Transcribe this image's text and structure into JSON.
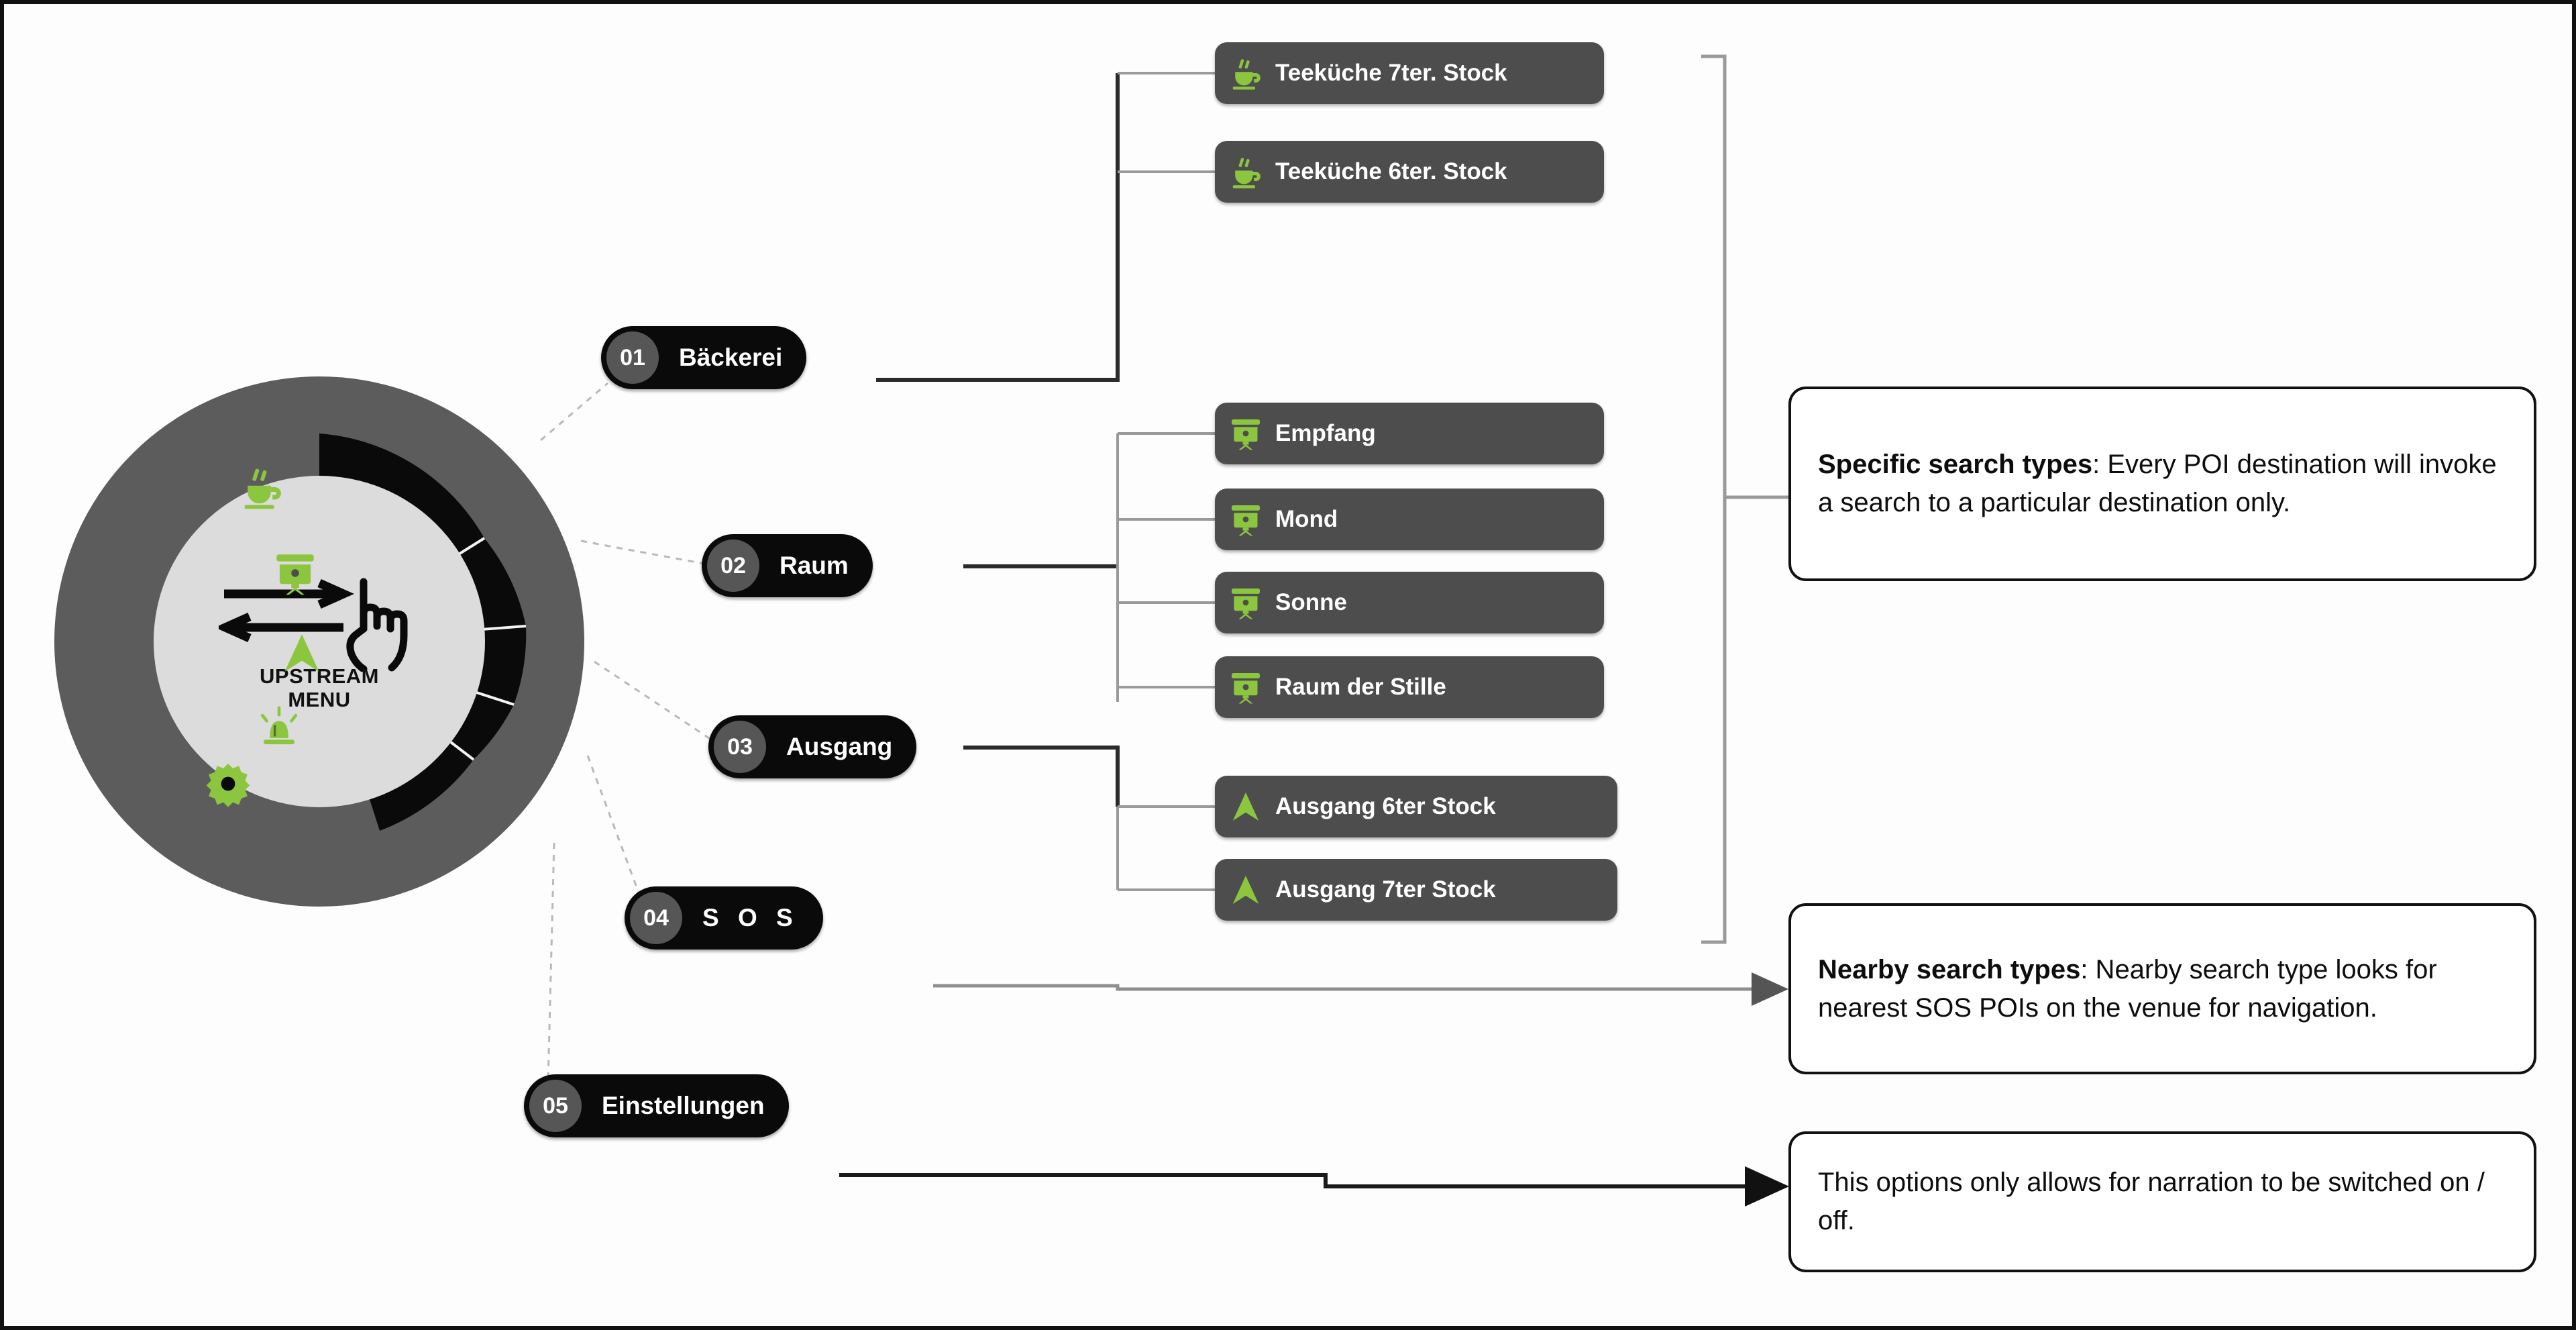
{
  "diagram": {
    "title": "Upstream Menu navigation structure",
    "colors": {
      "accent_green": "#8CC63F",
      "pill_dark": "#0a0a0a",
      "poi_pill_gray": "#4d4d4d",
      "badge_gray": "#565656",
      "ring_outer_gray": "#5c5c5c",
      "ring_inner_light": "#dcdcdc",
      "ring_segment_black": "#0a0a0a",
      "border_black": "#111111",
      "text_white": "#ffffff"
    }
  },
  "wheel": {
    "center_label_line1": "UPSTREAM",
    "center_label_line2": "MENU",
    "gesture_icon": "swipe-arrows-hand-icon",
    "segments": [
      {
        "icon": "coffee-cup-icon",
        "name": "segment-baeckerei"
      },
      {
        "icon": "presentation-screen-icon",
        "name": "segment-raum"
      },
      {
        "icon": "navigation-arrow-icon",
        "name": "segment-ausgang"
      },
      {
        "icon": "siren-alarm-icon",
        "name": "segment-sos"
      },
      {
        "icon": "gear-icon",
        "name": "segment-einstellungen"
      }
    ]
  },
  "menu_items": [
    {
      "number": "01",
      "label": "Bäckerei"
    },
    {
      "number": "02",
      "label": "Raum"
    },
    {
      "number": "03",
      "label": "Ausgang"
    },
    {
      "number": "04",
      "label": "S O S"
    },
    {
      "number": "05",
      "label": "Einstellungen"
    }
  ],
  "poi_groups": [
    {
      "parent": "Bäckerei",
      "items": [
        {
          "icon": "coffee-cup-icon",
          "label": "Teeküche 7ter. Stock"
        },
        {
          "icon": "coffee-cup-icon",
          "label": "Teeküche 6ter. Stock"
        }
      ]
    },
    {
      "parent": "Raum",
      "items": [
        {
          "icon": "presentation-screen-icon",
          "label": "Empfang"
        },
        {
          "icon": "presentation-screen-icon",
          "label": "Mond"
        },
        {
          "icon": "presentation-screen-icon",
          "label": "Sonne"
        },
        {
          "icon": "presentation-screen-icon",
          "label": "Raum der Stille"
        }
      ]
    },
    {
      "parent": "Ausgang",
      "items": [
        {
          "icon": "navigation-arrow-icon",
          "label": "Ausgang 6ter Stock"
        },
        {
          "icon": "navigation-arrow-icon",
          "label": "Ausgang 7ter Stock"
        }
      ]
    }
  ],
  "poi_flat": [
    {
      "icon": "coffee-cup-icon",
      "label": "Teeküche 7ter. Stock"
    },
    {
      "icon": "coffee-cup-icon",
      "label": "Teeküche 6ter. Stock"
    },
    {
      "icon": "presentation-screen-icon",
      "label": "Empfang"
    },
    {
      "icon": "presentation-screen-icon",
      "label": "Mond"
    },
    {
      "icon": "presentation-screen-icon",
      "label": "Sonne"
    },
    {
      "icon": "presentation-screen-icon",
      "label": "Raum der Stille"
    },
    {
      "icon": "navigation-arrow-icon",
      "label": "Ausgang 6ter Stock"
    },
    {
      "icon": "navigation-arrow-icon",
      "label": "Ausgang 7ter Stock"
    }
  ],
  "callouts": [
    {
      "name": "specific-search-types",
      "bold": "Specific search types",
      "rest": ": Every POI destination will invoke a search to a particular destination only."
    },
    {
      "name": "nearby-search-types",
      "bold": "Nearby search types",
      "rest": ": Nearby search type looks for nearest SOS POIs on the venue for navigation."
    },
    {
      "name": "settings-note",
      "bold": "",
      "rest": "This options only allows for narration to be switched on / off."
    }
  ]
}
